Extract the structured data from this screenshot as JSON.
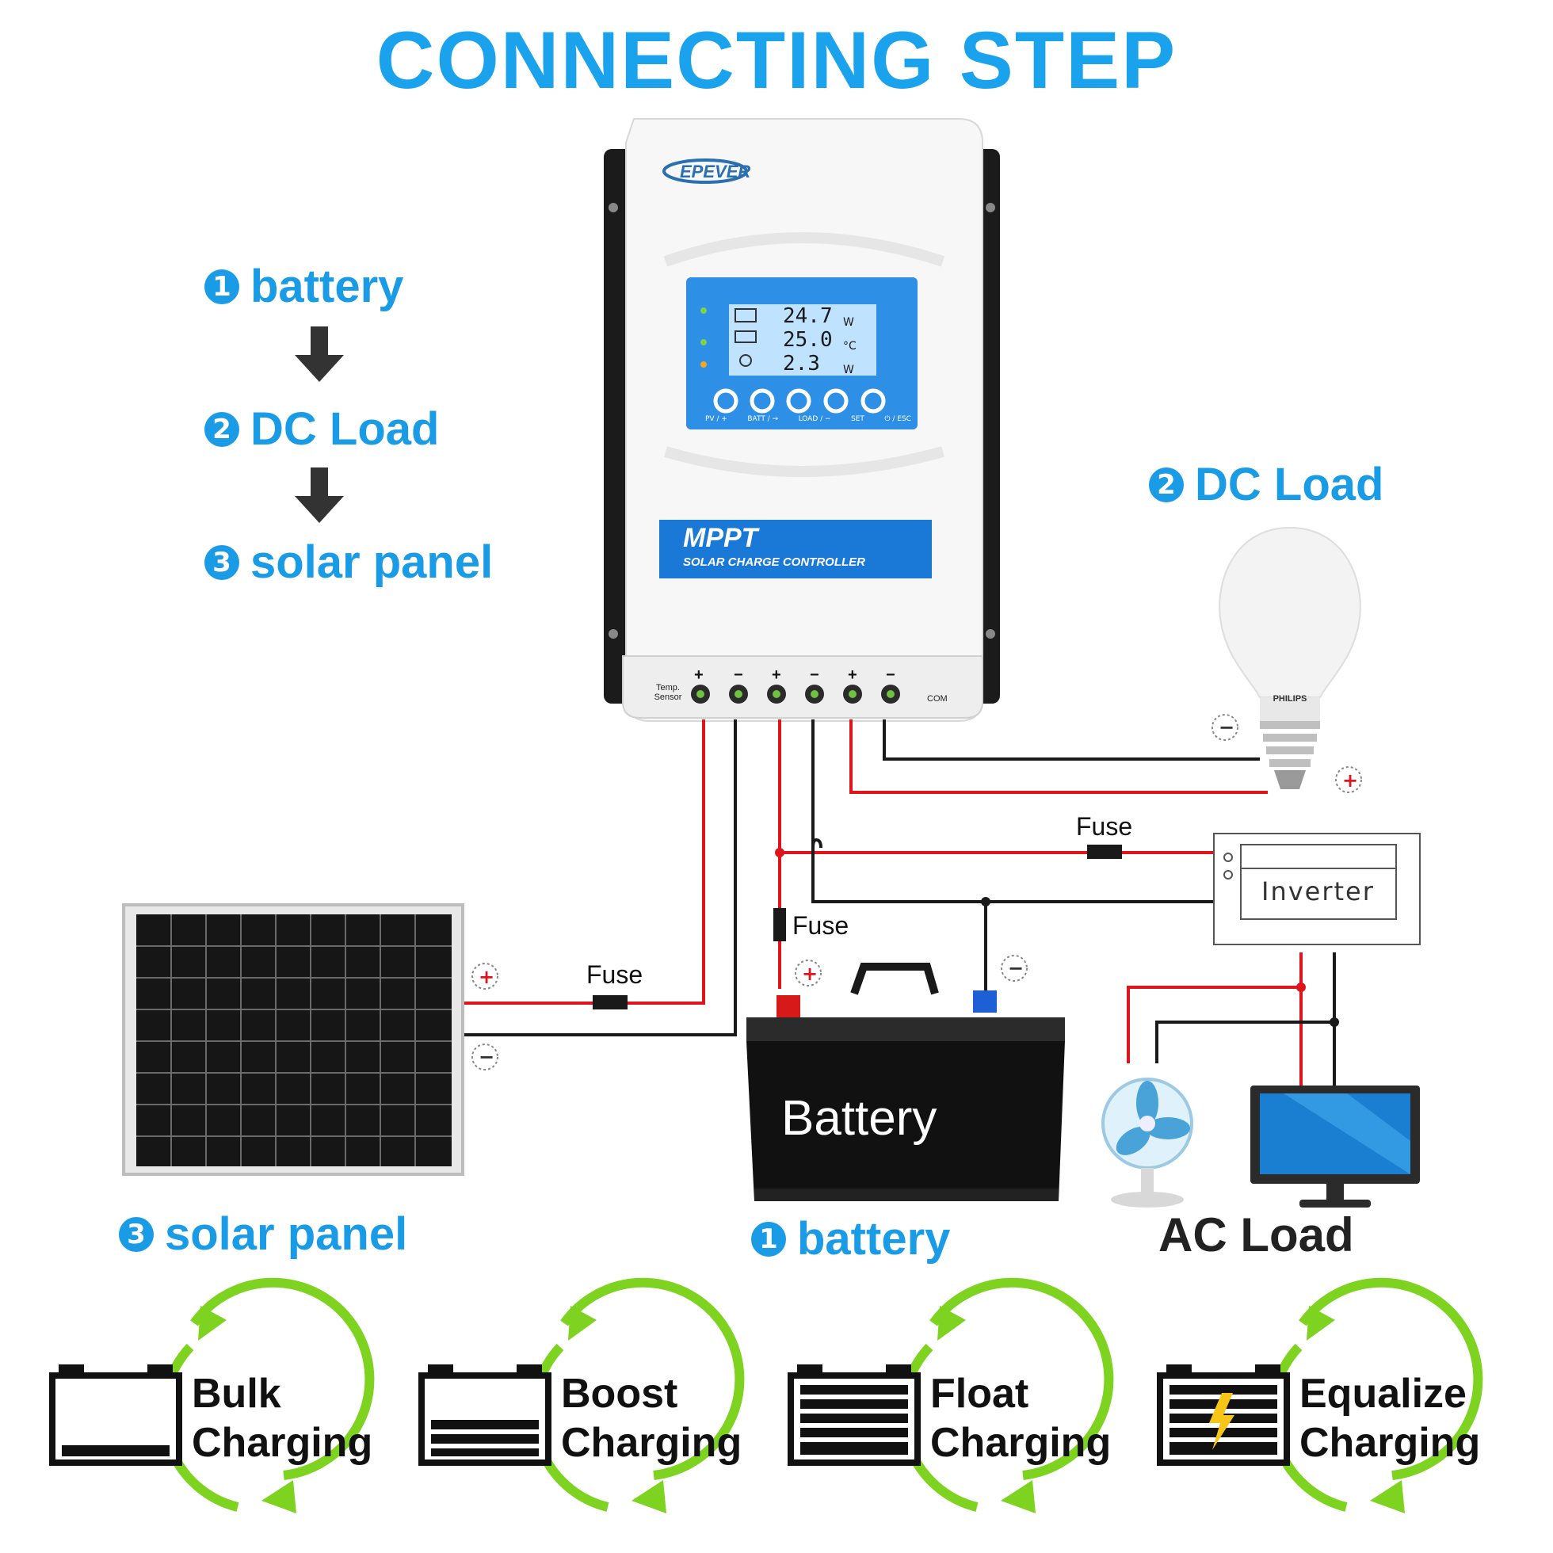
{
  "title": "CONNECTING STEP",
  "steps": [
    {
      "num": "1",
      "label": "battery"
    },
    {
      "num": "2",
      "label": "DC Load"
    },
    {
      "num": "3",
      "label": "solar panel"
    }
  ],
  "controller": {
    "brand": "EPEVER",
    "lcd_values": [
      "24.7",
      "25.0",
      "2.3"
    ],
    "lcd_units": [
      "W",
      "°C",
      "W"
    ],
    "button_labels": [
      "PV / +",
      "BATT / →",
      "LOAD / −",
      "SET",
      "⏻ / ESC"
    ],
    "badge_title": "MPPT",
    "badge_subtitle": "SOLAR CHARGE CONTROLLER",
    "temp_sensor_label": "Temp. Sensor",
    "com_label": "COM"
  },
  "components": {
    "dc_load": {
      "num": "2",
      "label": "DC Load",
      "bulb_brand": "PHILIPS"
    },
    "inverter": "Inverter",
    "battery_text": "Battery",
    "battery_label": {
      "num": "1",
      "label": "battery"
    },
    "solar_label": {
      "num": "3",
      "label": "solar panel"
    },
    "ac_load": "AC Load"
  },
  "fuses": [
    "Fuse",
    "Fuse",
    "Fuse"
  ],
  "charging_modes": [
    {
      "line1": "Bulk",
      "line2": "Charging"
    },
    {
      "line1": "Boost",
      "line2": "Charging"
    },
    {
      "line1": "Float",
      "line2": "Charging"
    },
    {
      "line1": "Equalize",
      "line2": "Charging"
    }
  ],
  "colors": {
    "accent": "#1a9be6",
    "wire_positive": "#e0151b",
    "wire_negative": "#1a1a1a",
    "cycle": "#7ed321"
  }
}
